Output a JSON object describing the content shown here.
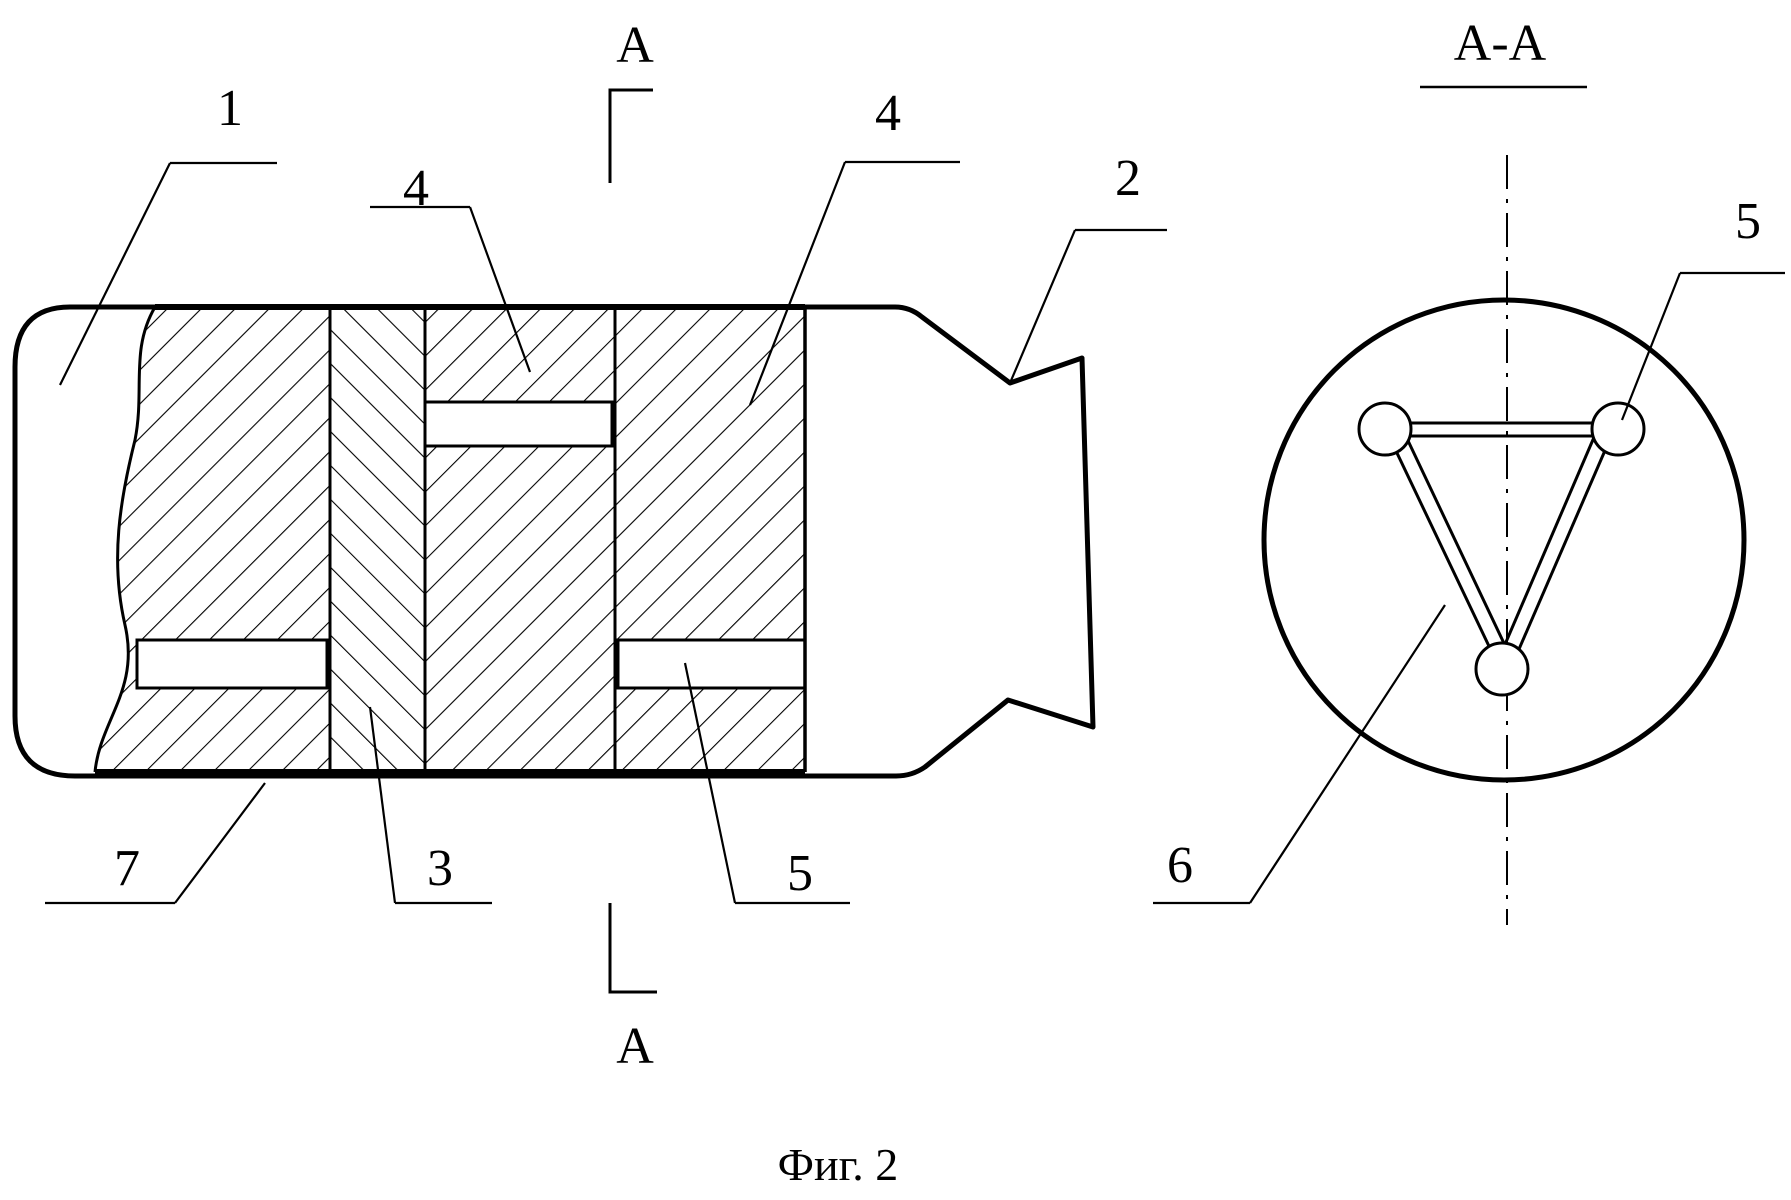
{
  "labels": {
    "part_1": "1",
    "part_2": "2",
    "part_3": "3",
    "part_4_left": "4",
    "part_4_right": "4",
    "part_5_main": "5",
    "part_5_section": "5",
    "part_6": "6",
    "part_7": "7"
  },
  "section_marks": {
    "top": "A",
    "bottom": "A",
    "view_title": "A-A"
  },
  "caption": "Фиг. 2"
}
